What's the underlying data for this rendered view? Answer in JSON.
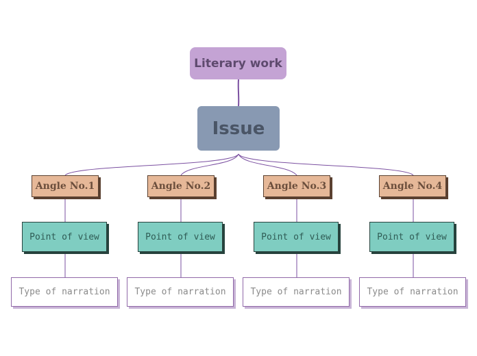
{
  "root": {
    "label": "Literary work"
  },
  "central": {
    "label": "Issue"
  },
  "branches": [
    {
      "angle": "Angle No.1",
      "point_of_view": "Point of view",
      "narration": "Type of narration"
    },
    {
      "angle": "Angle No.2",
      "point_of_view": "Point of view",
      "narration": "Type of narration"
    },
    {
      "angle": "Angle No.3",
      "point_of_view": "Point of view",
      "narration": "Type of narration"
    },
    {
      "angle": "Angle No.4",
      "point_of_view": "Point of view",
      "narration": "Type of narration"
    }
  ],
  "colors": {
    "root_fill": "#c4a3d4",
    "central_fill": "#8899b2",
    "angle_fill": "#e6b898",
    "pov_fill": "#7fcdc1",
    "narration_fill": "#ffffff",
    "connector": "#7a4fa0"
  }
}
